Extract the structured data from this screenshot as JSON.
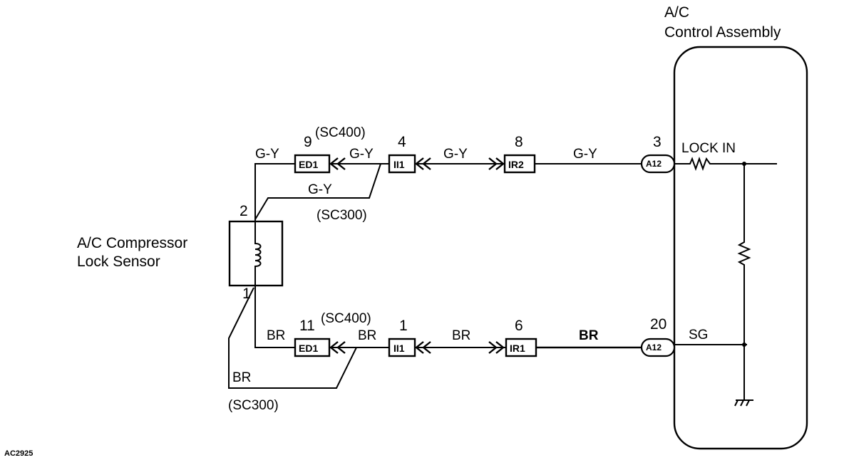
{
  "figure_id": "AC2925",
  "control_assembly": {
    "title_line1": "A/C",
    "title_line2": "Control Assembly",
    "lock_in": "LOCK IN",
    "sg": "SG"
  },
  "sensor": {
    "title_line1": "A/C Compressor",
    "title_line2": "Lock Sensor",
    "pin_top": "2",
    "pin_bottom": "1"
  },
  "connectors": {
    "ed1": "ED1",
    "ii1": "II1",
    "ir2": "IR2",
    "ir1": "IR1",
    "a12": "A12"
  },
  "pins": {
    "top_ed1": "9",
    "top_ii1": "4",
    "top_ir2": "8",
    "top_a12": "3",
    "bot_ed1": "11",
    "bot_ii1": "1",
    "bot_ir1": "6",
    "bot_a12": "20"
  },
  "variants": {
    "sc400": "(SC400)",
    "sc300": "(SC300)"
  },
  "wires": {
    "gy": "G-Y",
    "br": "BR"
  }
}
